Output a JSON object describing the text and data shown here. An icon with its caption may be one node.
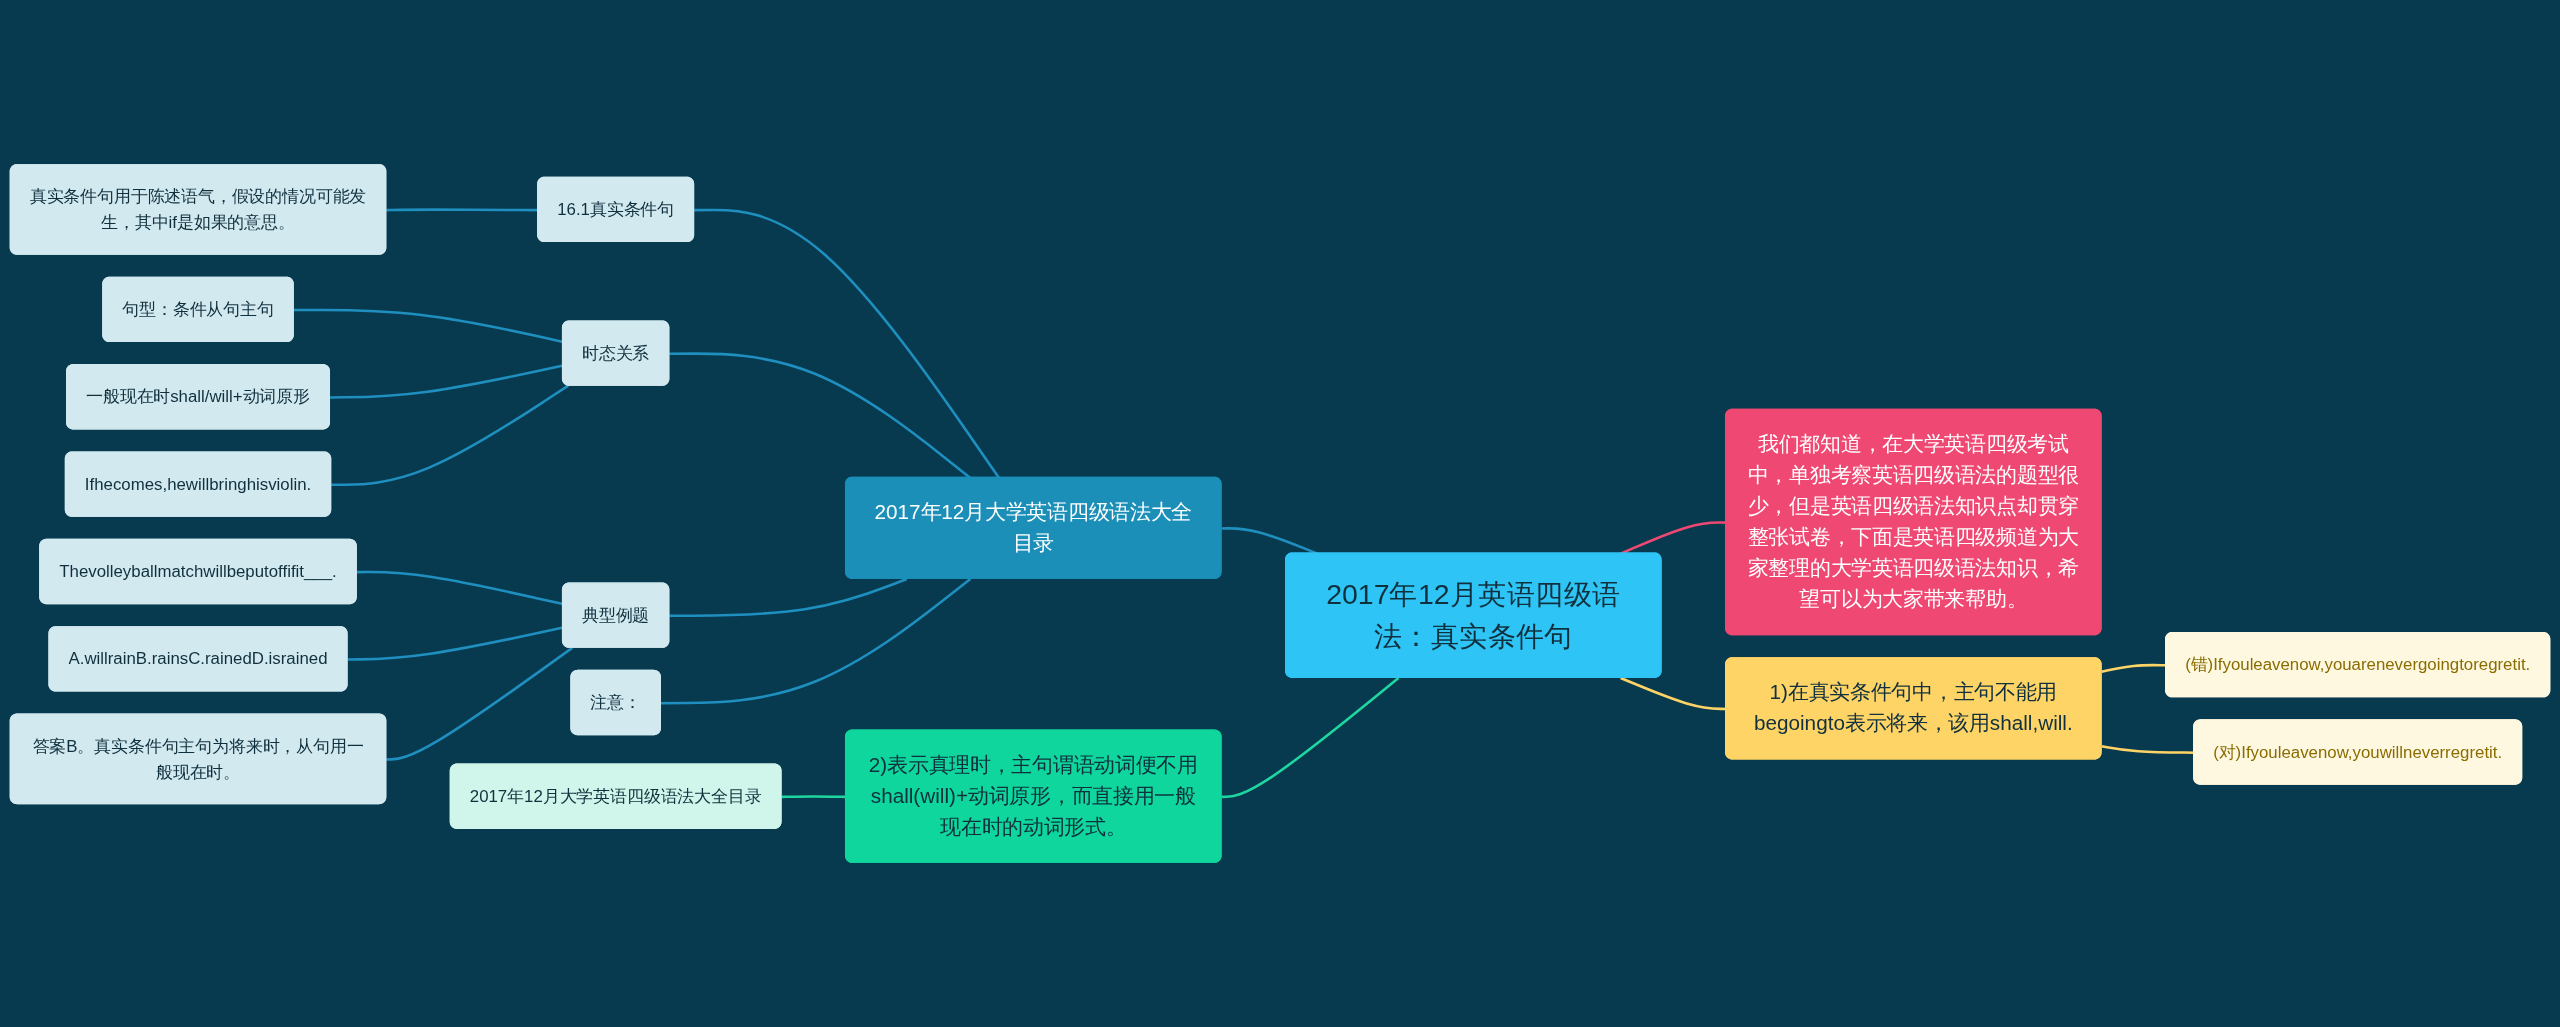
{
  "diagram": {
    "nodes": [
      {
        "text": [
          "2017年12月英语四级语法：真实条件句"
        ]
      },
      {
        "text": [
          "2017年12月大学英语四级语法大全目录"
        ]
      },
      {
        "text": [
          "16.1真实条件句"
        ]
      },
      {
        "text": [
          "真实条件句用于陈述语气，假设的情况可能发生，其中if是如果的意思。"
        ]
      },
      {
        "text": [
          "时态关系"
        ]
      },
      {
        "text": [
          "句型：条件从句主句"
        ]
      },
      {
        "text": [
          "一般现在时shall/will+动词原形"
        ]
      },
      {
        "text": [
          "Ifhecomes,hewillbringhisviolin."
        ]
      },
      {
        "text": [
          "典型例题"
        ]
      },
      {
        "text": [
          "Thevolleyballmatchwillbeputoffifit___."
        ]
      },
      {
        "text": [
          "A.willrainB.rainsC.rainedD.israined"
        ]
      },
      {
        "text": [
          "答案B。真实条件句主句为将来时，从句用一般现在时。"
        ]
      },
      {
        "text": [
          "注意："
        ]
      },
      {
        "text": [
          "2)表示真理时，主句谓语动词便不用shall(will)+动词原形，而直接用一般现在时的动词形式。"
        ]
      },
      {
        "text": [
          "2017年12月大学英语四级语法大全目录"
        ]
      },
      {
        "text": [
          "我们都知道，在大学英语四级考试中，单独考察英语四级语法的题型很少，但是英语四级语法知识点却贯穿整张试卷，下面是英语四级频道为大家整理的大学英语四级语法知识，希望可以为大家带来帮助。"
        ]
      },
      {
        "text": [
          "1)在真实条件句中，主句不能用begoingto表示将来，该用shall,will."
        ]
      },
      {
        "text": [
          "(错)Ifyouleavenow,youarenevergoingtoregretit."
        ]
      },
      {
        "text": [
          "(对)Ifyouleavenow,youwillneverregretit."
        ]
      }
    ],
    "edges": [
      {
        "from": 0,
        "to": 1,
        "arrow": "none"
      },
      {
        "from": 1,
        "to": 2,
        "arrow": "none"
      },
      {
        "from": 2,
        "to": 3,
        "arrow": "none"
      },
      {
        "from": 1,
        "to": 4,
        "arrow": "none"
      },
      {
        "from": 4,
        "to": 5,
        "arrow": "none"
      },
      {
        "from": 4,
        "to": 6,
        "arrow": "none"
      },
      {
        "from": 4,
        "to": 7,
        "arrow": "none"
      },
      {
        "from": 1,
        "to": 8,
        "arrow": "none"
      },
      {
        "from": 8,
        "to": 9,
        "arrow": "none"
      },
      {
        "from": 8,
        "to": 10,
        "arrow": "none"
      },
      {
        "from": 8,
        "to": 11,
        "arrow": "none"
      },
      {
        "from": 1,
        "to": 12,
        "arrow": "none"
      },
      {
        "from": 0,
        "to": 13,
        "arrow": "none",
        "color": "#1fd6a0"
      },
      {
        "from": 13,
        "to": 14,
        "arrow": "none",
        "color": "#1fd6a0"
      },
      {
        "from": 0,
        "to": 15,
        "arrow": "none",
        "color": "#ef4872"
      },
      {
        "from": 0,
        "to": 16,
        "arrow": "none",
        "color": "#ffd466"
      },
      {
        "from": 16,
        "to": 17,
        "arrow": "none",
        "color": "#ffd466"
      },
      {
        "from": 16,
        "to": 18,
        "arrow": "none",
        "color": "#ffd466"
      }
    ]
  }
}
